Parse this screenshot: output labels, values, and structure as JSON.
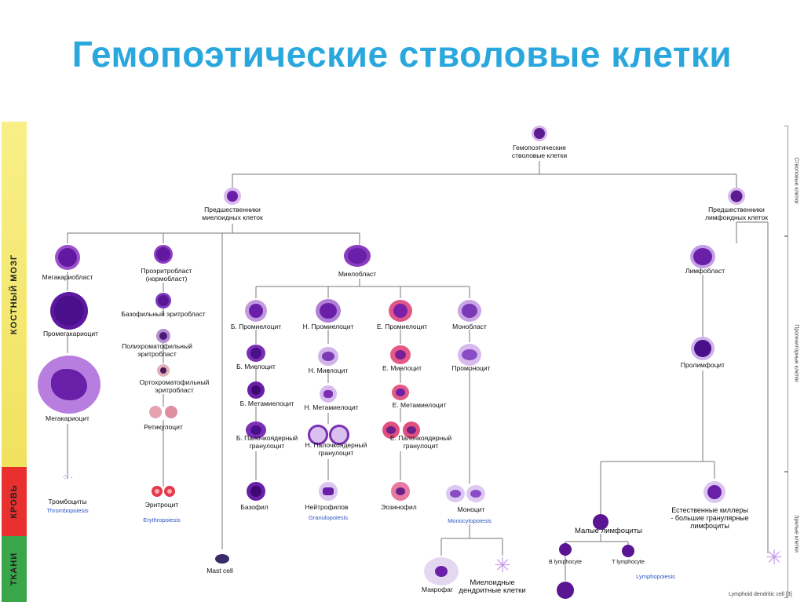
{
  "title": "Гемопоэтические стволовые клетки",
  "zones": {
    "bone_marrow": "КОСТНЫЙ МОЗГ",
    "blood": "КРОВЬ",
    "tissue": "ТКАНИ"
  },
  "right_labels": {
    "stem": "Стволовые клетки",
    "progenitor": "Прогениторные клетки",
    "mature": "Зрелые клетки"
  },
  "labels": {
    "hsc": "Гемопоэтические\nстволовые клетки",
    "myeloid_prog": "Предшественники\nмиелоидных клеток",
    "lymphoid_prog": "Предшественники\nлимфоидных клеток",
    "megakaryoblast": "Мегакариобласт",
    "promegakaryocyte": "Промегакариоцит",
    "megakaryocyte": "Мегакариоцит",
    "thrombocytes": "Тромбоциты",
    "proerythroblast": "Проэритробласт\n(нормобласт)",
    "basophilic_erythroblast": "Базофильный эритробласт",
    "polychromatic_erythroblast": "Полихроматофильный\nэритробласт",
    "orthochromatic_erythroblast": "Ортохроматофильный\nэритробласт",
    "reticulocyte": "Ретикулоцит",
    "erythrocyte": "Эритроцит",
    "myeloblast": "Миелобласт",
    "b_promyelocyte": "Б. Промиелоцит",
    "n_promyelocyte": "Н. Промиелоцит",
    "e_promyelocyte": "Е. Промиелоцит",
    "monoblast": "Монобласт",
    "b_myelocyte": "Б. Миелоцит",
    "n_myelocyte": "Н. Миелоцит",
    "e_myelocyte": "Е. Миелоцит",
    "promonocyte": "Промоноцит",
    "b_metamyelocyte": "Б. Метамиелоцит",
    "n_metamyelocyte": "Н. Метамиелоцит",
    "e_metamyelocyte": "Е. Метамиелоцит",
    "b_band": "Б. Палочкоядерный\nгранулоцит",
    "n_band": "Н. Палочкоядерный\nгранулоцит",
    "e_band": "Е. Палочкоядерный\nгранулоцит",
    "basophil": "Базофил",
    "neutrophil": "Нейтрофилов",
    "eosinophil": "Эозинофил",
    "monocyte": "Моноцит",
    "lymphoblast": "Лимфобласт",
    "prolymphocyte": "Пролимфоцит",
    "small_lymphocytes": "Малые лимфоциты",
    "nk_cells": "Естественные киллеры\n- большие гранулярные\nлимфоциты",
    "b_lymphocyte": "B lymphocyte",
    "t_lymphocyte": "T lymphocyte",
    "mast_cell": "Mast cell",
    "macrophage": "Макрофаг",
    "myeloid_dc": "Миелоидные\nдендритные клетки",
    "lymphoid_dc": "Lymphoid dendritic cell [3]"
  },
  "process_labels": {
    "thrombopoiesis": "Thrombopoiesis",
    "erythropoiesis": "Erythropoiesis",
    "granulopoiesis": "Granulopoiesis",
    "monocytopoiesis": "Monocytopoiesis",
    "lymphopoiesis": "Lymphopoiesis"
  },
  "colors": {
    "title": "#2aa8de",
    "zone_bone_marrow": "#f3e96a",
    "zone_blood": "#e8312f",
    "zone_tissue": "#3aa64a",
    "cell_violet": "#6a1fa8",
    "process_blue": "#2b54c6"
  }
}
